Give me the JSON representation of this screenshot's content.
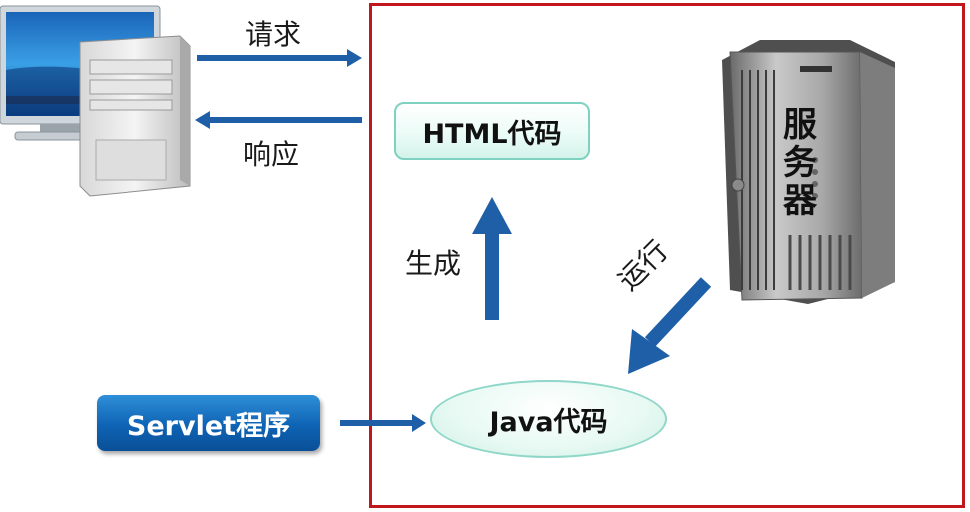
{
  "labels": {
    "request": "请求",
    "response": "响应",
    "generate": "生成",
    "run": "运行"
  },
  "nodes": {
    "html_code": "HTML代码",
    "java_code": "Java代码",
    "servlet_program": "Servlet程序",
    "server": "服务器"
  },
  "colors": {
    "server_border": "#c0161c",
    "arrow": "#1f5fa8",
    "servlet_fill": "#0e63b4"
  },
  "icons": {
    "client": "desktop-computer-icon",
    "server": "server-tower-icon"
  }
}
